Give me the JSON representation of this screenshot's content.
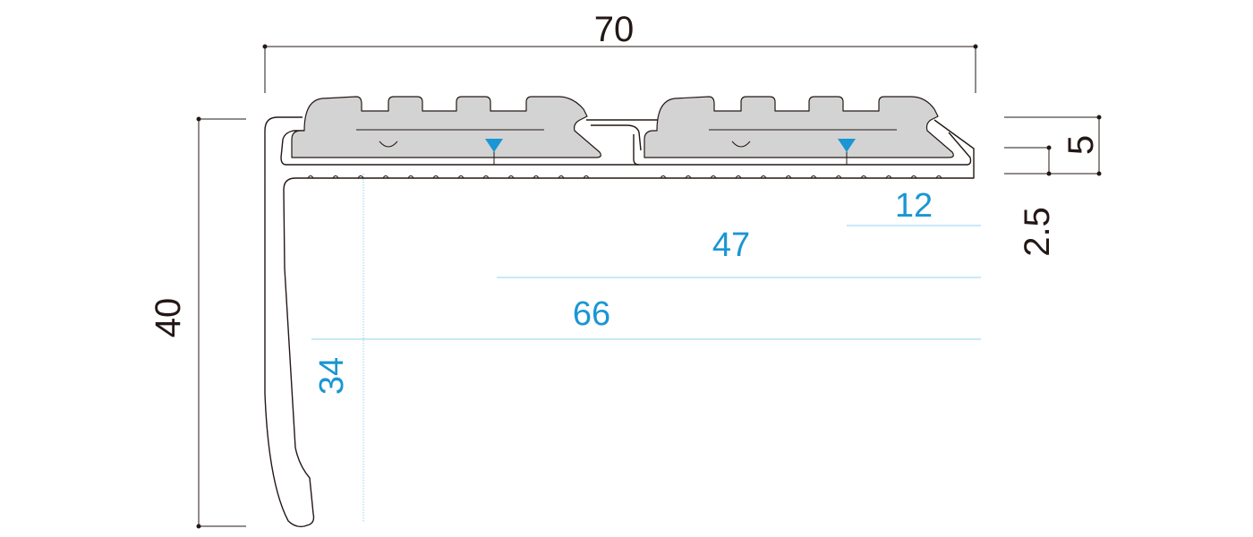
{
  "colors": {
    "dimension_black": "#231815",
    "dimension_blue": "#1a96d4",
    "reference_line": "#8fd3f0",
    "insert_fill": "#d3d3d3"
  },
  "dimensions": {
    "overall_width": "70",
    "overall_height": "40",
    "thickness_right": "5",
    "lip": "2.5"
  },
  "cut_lengths": {
    "a": "12",
    "b": "47",
    "c": "66",
    "d": "34"
  }
}
